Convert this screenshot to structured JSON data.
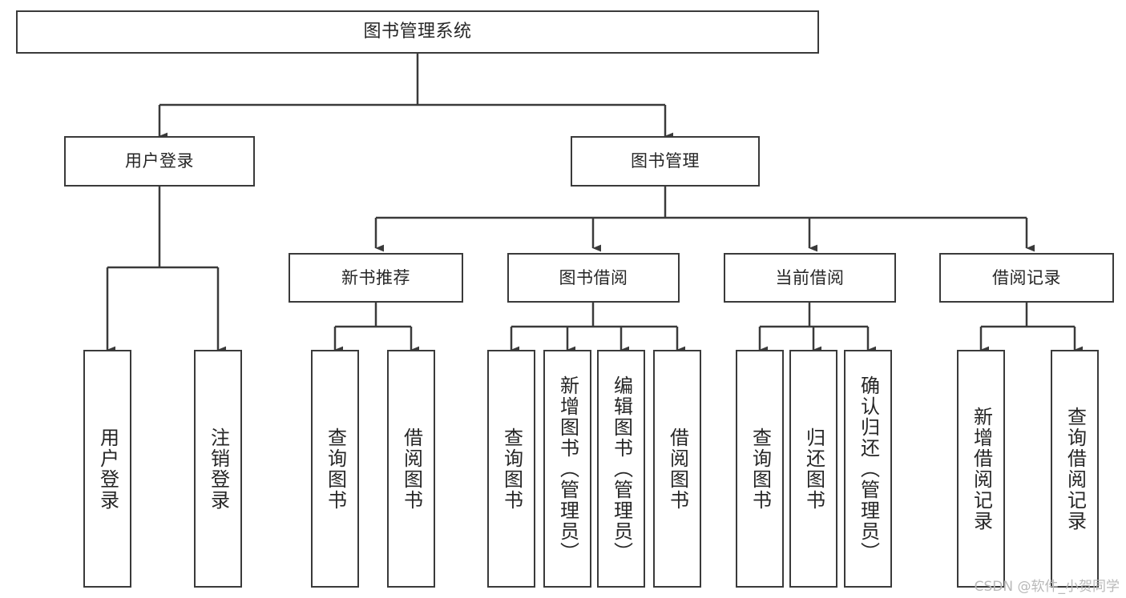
{
  "diagram": {
    "title": "图书管理系统",
    "root": {
      "id": "root",
      "label": "图书管理系统"
    },
    "level1": [
      {
        "id": "user-login",
        "label": "用户登录"
      },
      {
        "id": "book-manage",
        "label": "图书管理"
      }
    ],
    "level2": [
      {
        "id": "new-book-recommend",
        "label": "新书推荐",
        "parent": "book-manage"
      },
      {
        "id": "book-borrow",
        "label": "图书借阅",
        "parent": "book-manage"
      },
      {
        "id": "current-borrow",
        "label": "当前借阅",
        "parent": "book-manage"
      },
      {
        "id": "borrow-record",
        "label": "借阅记录",
        "parent": "book-manage"
      }
    ],
    "leaves": {
      "user-login": [
        {
          "id": "leaf-user-login",
          "label": "用户登录"
        },
        {
          "id": "leaf-user-logout",
          "label": "注销登录"
        }
      ],
      "new-book-recommend": [
        {
          "id": "leaf-query-book-1",
          "label": "查询图书"
        },
        {
          "id": "leaf-borrow-book-1",
          "label": "借阅图书"
        }
      ],
      "book-borrow": [
        {
          "id": "leaf-query-book-2",
          "label": "查询图书"
        },
        {
          "id": "leaf-add-book",
          "label": "新增图书（管理员）"
        },
        {
          "id": "leaf-edit-book",
          "label": "编辑图书（管理员）"
        },
        {
          "id": "leaf-borrow-book-2",
          "label": "借阅图书"
        }
      ],
      "current-borrow": [
        {
          "id": "leaf-query-book-3",
          "label": "查询图书"
        },
        {
          "id": "leaf-return-book",
          "label": "归还图书"
        },
        {
          "id": "leaf-confirm-return",
          "label": "确认归还（管理员）"
        }
      ],
      "borrow-record": [
        {
          "id": "leaf-add-record",
          "label": "新增借阅记录"
        },
        {
          "id": "leaf-query-record",
          "label": "查询借阅记录"
        }
      ]
    },
    "watermark": "CSDN @软件_小贺同学",
    "colors": {
      "border": "#3a3a3a",
      "text": "#262626",
      "background": "#ffffff",
      "watermark": "#b9b9b9"
    }
  }
}
